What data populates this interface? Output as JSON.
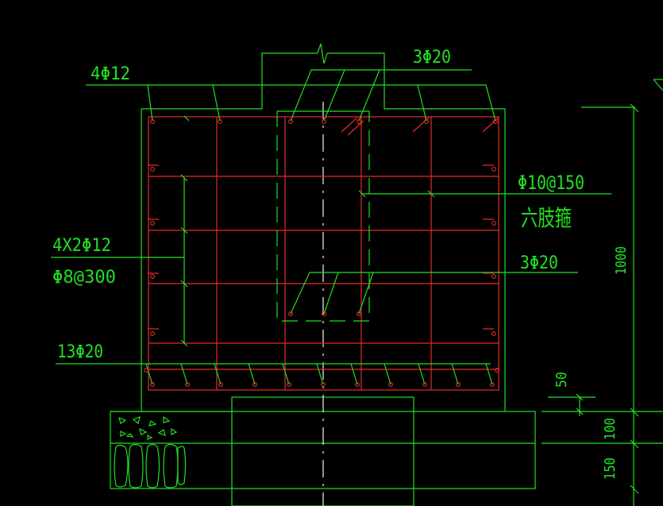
{
  "palette": {
    "background": "#000000",
    "outline": "#22e022",
    "rebar": "#e62b2b",
    "axis": "#f2f2f2"
  },
  "labels": {
    "top_left_bars": "4Φ12",
    "top_right_bars": "3Φ20",
    "stirrup_spec": "Φ10@150",
    "stirrup_type": "六肢箍",
    "middle_right_bars": "3Φ20",
    "side_bars": "4X2Φ12",
    "side_tie": "Φ8@300",
    "bottom_bars": "13Φ20",
    "dim_total": "1000",
    "dim_cover": "50",
    "dim_slab": "100",
    "dim_cushion": "150"
  }
}
